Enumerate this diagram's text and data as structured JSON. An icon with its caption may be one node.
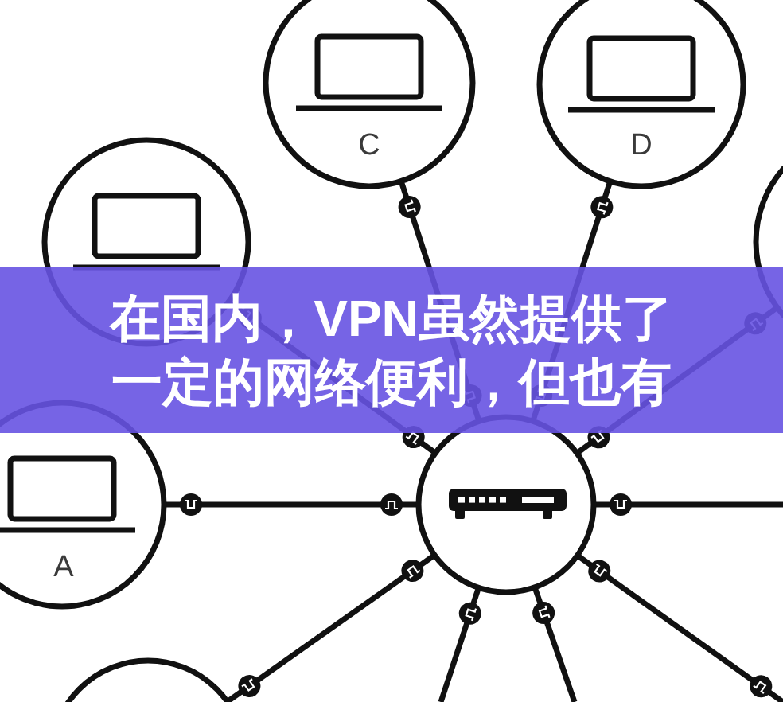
{
  "diagram": {
    "caption": "在国内，VPN虽然提供了一定的网络便利，但也有",
    "nodes": [
      {
        "text": [
          "C"
        ]
      },
      {
        "text": [
          "D"
        ]
      },
      {
        "text": [],
        "shape": "circle"
      },
      {
        "text": [],
        "shape": "circle"
      },
      {
        "text": [
          "A"
        ]
      },
      {
        "text": [],
        "shape": "circle"
      },
      {
        "text": [],
        "shape": "circle"
      }
    ],
    "edges": [
      {
        "from": 0,
        "to": 5,
        "arrow": "other"
      },
      {
        "from": 1,
        "to": 5,
        "arrow": "other"
      },
      {
        "from": 2,
        "to": 5,
        "arrow": "other"
      },
      {
        "from": 3,
        "to": 5,
        "arrow": "other"
      },
      {
        "from": 4,
        "to": 5,
        "arrow": "other"
      },
      {
        "from": 5,
        "to": null,
        "arrow": "other"
      },
      {
        "from": 5,
        "to": 6,
        "arrow": "other"
      },
      {
        "from": 5,
        "to": null,
        "arrow": "other"
      },
      {
        "from": 5,
        "to": null,
        "arrow": "other"
      },
      {
        "from": 5,
        "to": null,
        "arrow": "other"
      }
    ]
  }
}
